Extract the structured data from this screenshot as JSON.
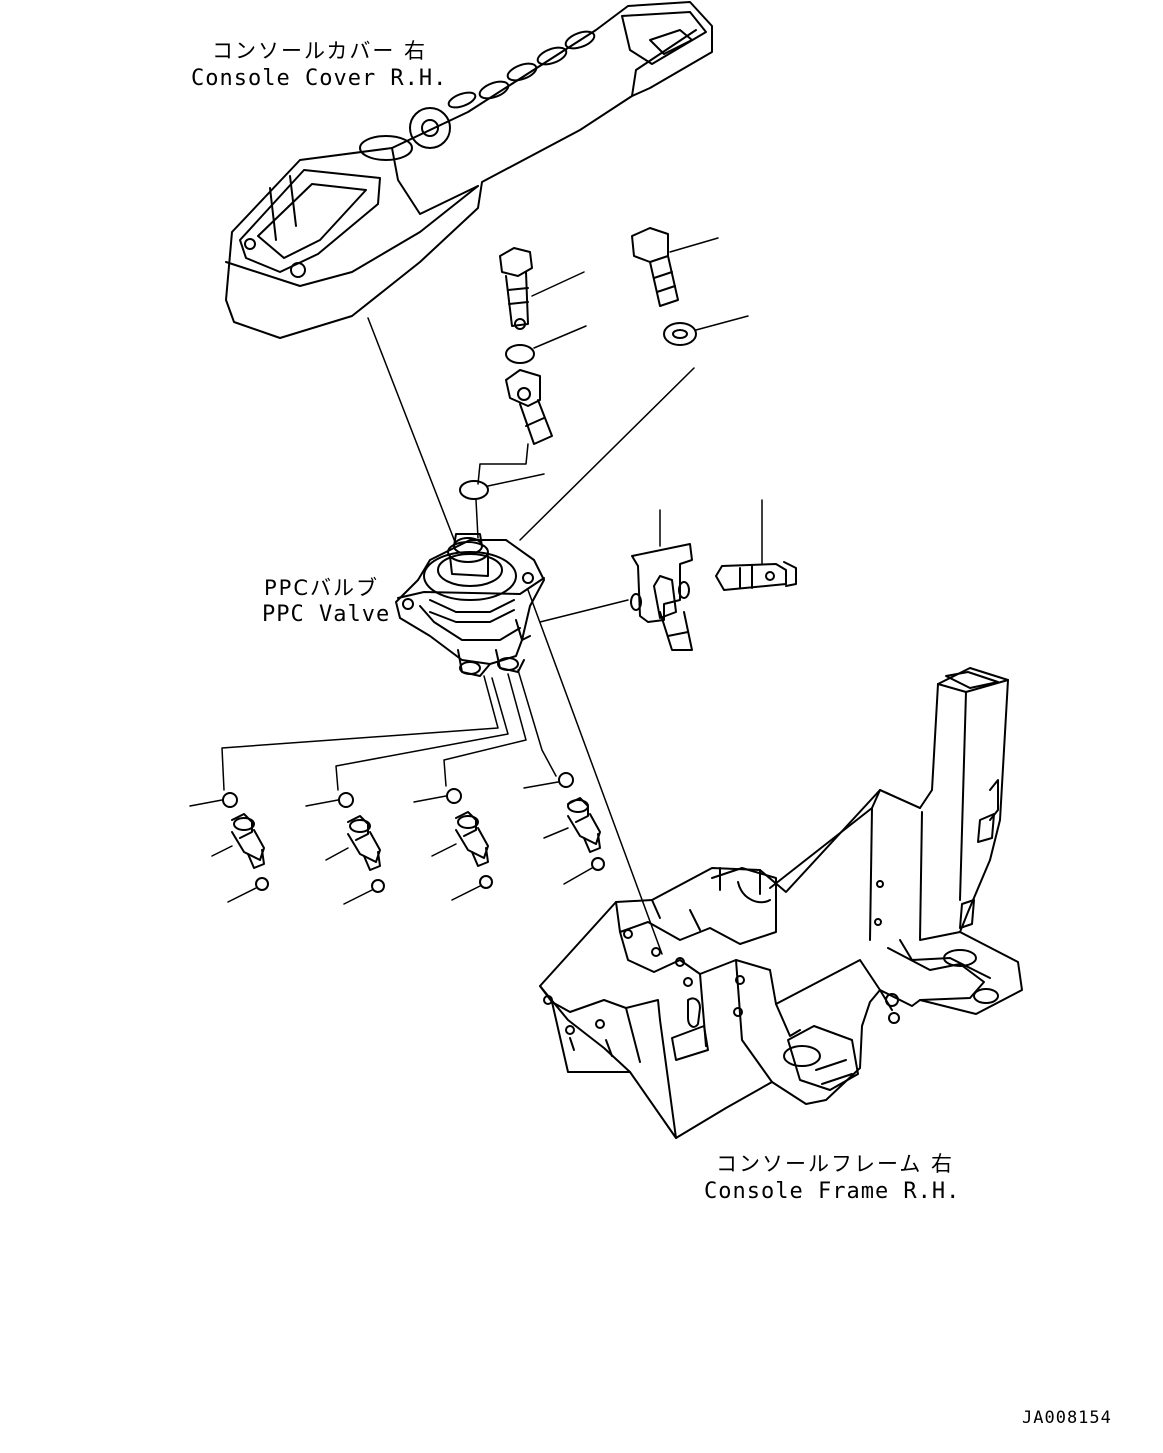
{
  "labels": {
    "console_cover": {
      "jp": "コンソールカバー 右",
      "en": "Console Cover R.H."
    },
    "ppc_valve": {
      "jp": "PPCバルブ",
      "en": "PPC Valve"
    },
    "console_frame": {
      "jp": "コンソールフレーム 右",
      "en": "Console Frame R.H."
    },
    "drawing_code": "JA008154"
  }
}
